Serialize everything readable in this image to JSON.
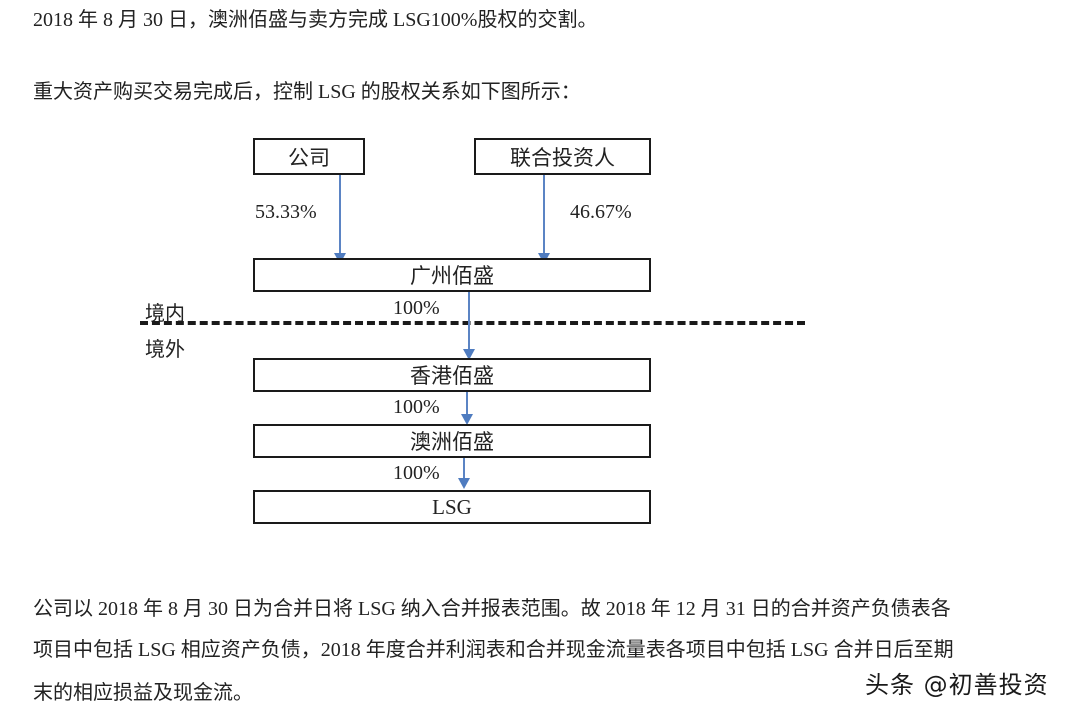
{
  "document": {
    "line1": "2018 年 8 月 30 日，澳洲佰盛与卖方完成 LSG100%股权的交割。",
    "line2": "重大资产购买交易完成后，控制 LSG 的股权关系如下图所示：",
    "closing": [
      "公司以 2018 年 8 月 30 日为合并日将 LSG 纳入合并报表范围。故 2018 年 12 月 31 日的合并资产负债表各",
      "项目中包括 LSG 相应资产负债，2018 年度合并利润表和合并现金流量表各项目中包括 LSG 合并日后至期",
      "末的相应损益及现金流。"
    ]
  },
  "diagram": {
    "entities": {
      "company": "公司",
      "joint_investors": "联合投资人",
      "guangzhou": "广州佰盛",
      "hongkong": "香港佰盛",
      "australia": "澳洲佰盛",
      "lsg": "LSG"
    },
    "ownership": {
      "company_to_guangzhou": "53.33%",
      "investors_to_guangzhou": "46.67%",
      "guangzhou_to_hongkong": "100%",
      "hongkong_to_australia": "100%",
      "australia_to_lsg": "100%"
    },
    "zones": {
      "domestic": "境内",
      "overseas": "境外"
    },
    "colors": {
      "arrow": "#5b84c4",
      "box_border": "#1a1a1a"
    }
  },
  "watermark": "头条 @初善投资"
}
